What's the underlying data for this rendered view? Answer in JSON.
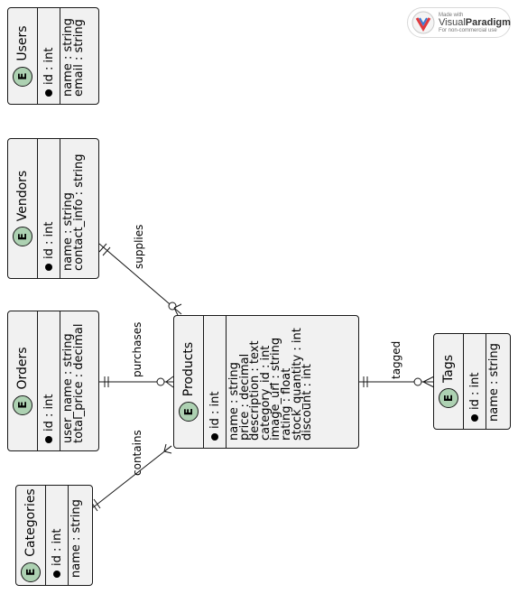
{
  "entities": {
    "users": {
      "badge": "E",
      "title": "Users",
      "pk": "id : int",
      "attrs": [
        "name : string",
        "email : string"
      ]
    },
    "vendors": {
      "badge": "E",
      "title": "Vendors",
      "pk": "id : int",
      "attrs": [
        "name : string",
        "contact_info : string"
      ]
    },
    "orders": {
      "badge": "E",
      "title": "Orders",
      "pk": "id : int",
      "attrs": [
        "user_name : string",
        "total_price : decimal"
      ]
    },
    "categories": {
      "badge": "E",
      "title": "Categories",
      "pk": "id : int",
      "attrs": [
        "name : string"
      ]
    },
    "products": {
      "badge": "E",
      "title": "Products",
      "pk": "id : int",
      "attrs": [
        "name : string",
        "price : decimal",
        "description : text",
        "category_id : int",
        "image_url : string",
        "rating : float",
        "stock_quantity : int",
        "discount : int"
      ]
    },
    "tags": {
      "badge": "E",
      "title": "Tags",
      "pk": "id : int",
      "attrs": [
        "name : string"
      ]
    }
  },
  "relationships": [
    {
      "label": "supplies",
      "from": "Vendors",
      "to": "Products"
    },
    {
      "label": "purchases",
      "from": "Orders",
      "to": "Products"
    },
    {
      "label": "contains",
      "from": "Categories",
      "to": "Products"
    },
    {
      "label": "tagged",
      "from": "Products",
      "to": "Tags"
    }
  ],
  "watermark": {
    "made_with": "Made with",
    "brand_a": "Visual",
    "brand_b": "Paradigm",
    "note": "For non-commercial use"
  }
}
